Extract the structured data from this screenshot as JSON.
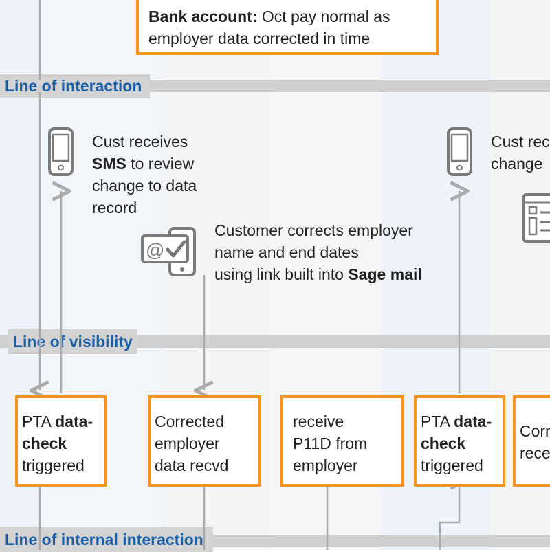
{
  "lines": {
    "interaction": "Line of interaction",
    "visibility": "Line of visibility",
    "internal": "Line of internal interaction"
  },
  "top_box": {
    "label": "Bank account:",
    "text_line1": " Oct pay normal as",
    "text_line2": "employer data corrected in time"
  },
  "customer_steps": {
    "sms_1": {
      "line1": "Cust receives",
      "bold": "SMS",
      "line2_rest": " to review",
      "line3": "change to data",
      "line4": "record"
    },
    "correct": {
      "line1": "Customer corrects employer",
      "line2": "name and end dates",
      "line3_prefix": "using link built into ",
      "line3_bold": "Sage mail"
    },
    "sms_2": {
      "line1": "Cust rec",
      "line2": "change"
    }
  },
  "backstage_boxes": [
    {
      "pre": "PTA ",
      "bold1": "data-",
      "bold2": "check",
      "post": "triggered"
    },
    {
      "line1": "Corrected",
      "line2": "employer",
      "line3": "data recvd"
    },
    {
      "line1": "receive",
      "line2": "P11D from",
      "line3": "employer"
    },
    {
      "pre": "PTA ",
      "bold1": "data-",
      "bold2": "check",
      "post": "triggered"
    },
    {
      "line1": "Corr",
      "line2": "rece"
    }
  ],
  "icons": {
    "phone_1": "phone-icon",
    "phone_2": "phone-icon",
    "email_check": "email-check-icon",
    "form": "form-icon"
  },
  "colors": {
    "accent_orange": "#f7941d",
    "line_label_blue": "#1a5fa8",
    "line_grey": "#cfcfcf",
    "icon_grey": "#7a7a7a"
  }
}
